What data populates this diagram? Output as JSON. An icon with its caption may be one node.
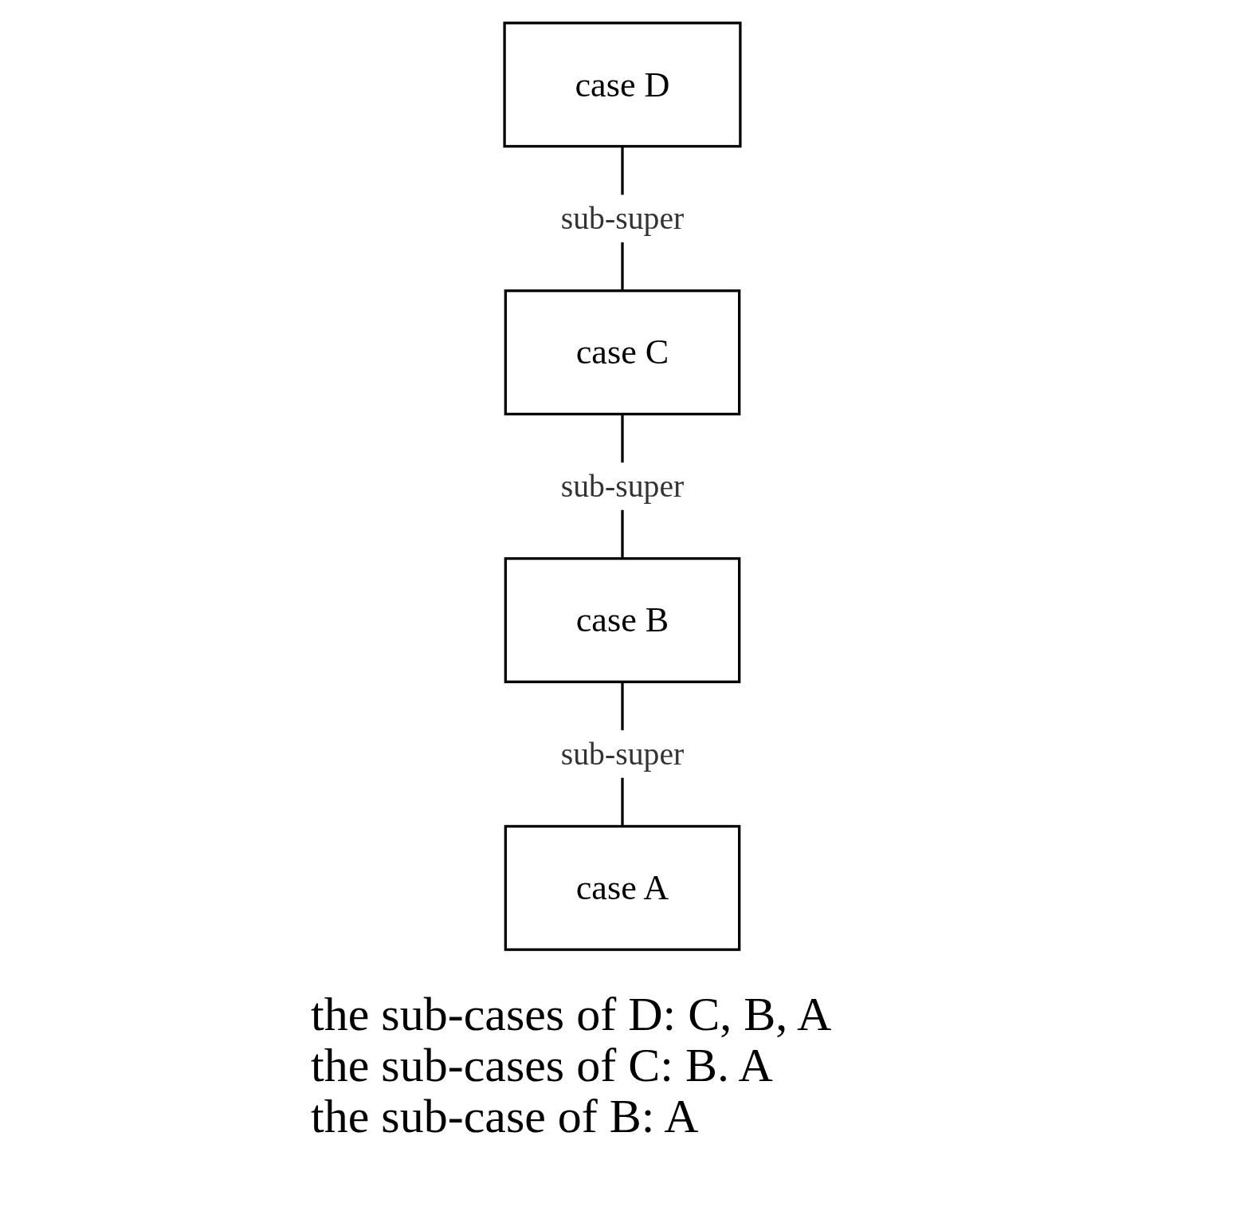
{
  "diagram": {
    "nodes": [
      {
        "text": [
          "case D"
        ]
      },
      {
        "text": [
          "case C"
        ]
      },
      {
        "text": [
          "case B"
        ]
      },
      {
        "text": [
          "case A"
        ]
      }
    ],
    "edges": [
      {
        "from": 0,
        "to": 1,
        "arrow": "none",
        "label": "sub-super"
      },
      {
        "from": 1,
        "to": 2,
        "arrow": "none",
        "label": "sub-super"
      },
      {
        "from": 2,
        "to": 3,
        "arrow": "none",
        "label": "sub-super"
      }
    ],
    "labels": [
      "the sub-cases of D: C, B, A",
      "the sub-cases of C: B. A",
      "the sub-case of B: A"
    ]
  }
}
